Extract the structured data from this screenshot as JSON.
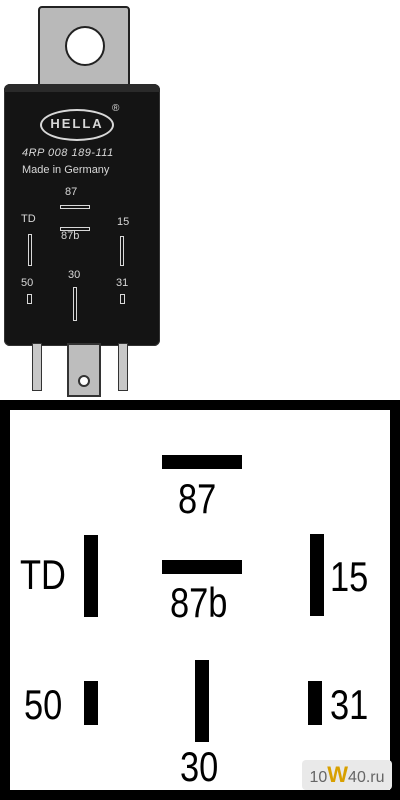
{
  "photo": {
    "brand_logo": "HELLA",
    "registered_mark": "®",
    "part_number": "4RP 008 189-111",
    "made_in": "Made in Germany",
    "terminals": {
      "t87": "87",
      "td": "TD",
      "t87b": "87b",
      "t15": "15",
      "t50": "50",
      "t30": "30",
      "t31": "31"
    }
  },
  "diagram": {
    "labels": {
      "t87": "87",
      "td": "TD",
      "t87b": "87b",
      "t15": "15",
      "t50": "50",
      "t30": "30",
      "t31": "31"
    }
  },
  "watermark": {
    "prefix": "10",
    "mid": "W",
    "suffix": "40",
    "domain": ".ru"
  }
}
